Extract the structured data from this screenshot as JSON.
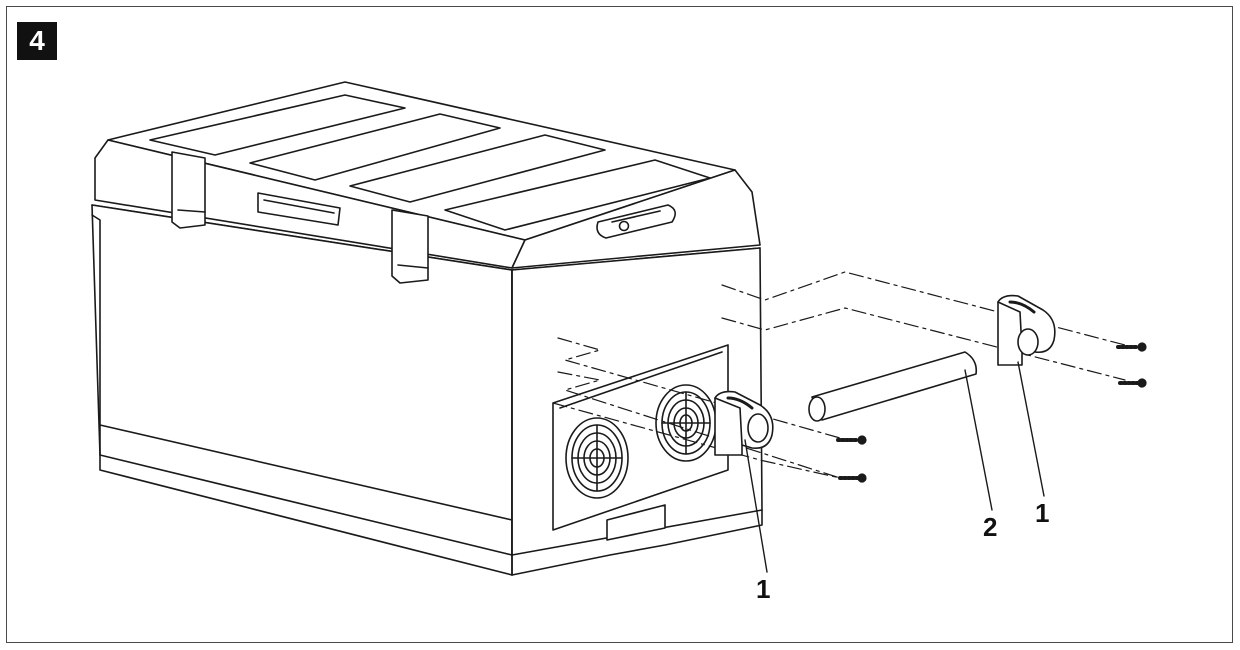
{
  "figure": {
    "number": "4"
  },
  "callouts": {
    "left_bracket": "1",
    "rod": "2",
    "right_bracket": "1"
  },
  "colors": {
    "line": "#1a1a1a",
    "badge_bg": "#111111",
    "badge_text": "#ffffff"
  }
}
